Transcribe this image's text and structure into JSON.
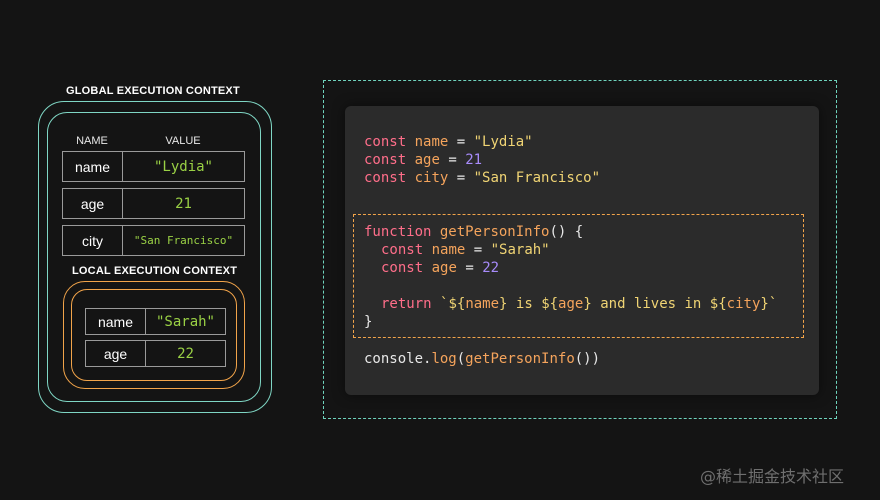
{
  "global": {
    "title": "GLOBAL EXECUTION CONTEXT",
    "col_name": "NAME",
    "col_value": "VALUE",
    "rows": [
      {
        "name": "name",
        "value": "\"Lydia\""
      },
      {
        "name": "age",
        "value": "21"
      },
      {
        "name": "city",
        "value": "\"San Francisco\""
      }
    ]
  },
  "local": {
    "title": "LOCAL EXECUTION CONTEXT",
    "rows": [
      {
        "name": "name",
        "value": "\"Sarah\""
      },
      {
        "name": "age",
        "value": "22"
      }
    ]
  },
  "code": {
    "kw_const": "const",
    "kw_function": "function",
    "kw_return": "return",
    "l1_var": "name",
    "l1_str": "\"Lydia\"",
    "l2_var": "age",
    "l2_num": "21",
    "l3_var": "city",
    "l3_str": "\"San Francisco\"",
    "fn_name": "getPersonInfo",
    "fn_sig_rest": "() {",
    "eq": " = ",
    "f1_var": "name",
    "f1_str": "\"Sarah\"",
    "f2_var": "age",
    "f2_num": "22",
    "tpl_open": "`",
    "tpl_d1": "${",
    "tpl_v1": "name",
    "tpl_c1": "}",
    "tpl_t1": " is ",
    "tpl_d2": "${",
    "tpl_v2": "age",
    "tpl_c2": "}",
    "tpl_t2": " and lives in ",
    "tpl_d3": "${",
    "tpl_v3": "city",
    "tpl_c3": "}",
    "tpl_close": "`",
    "close_brace": "}",
    "console_obj": "console.",
    "console_fn": "log",
    "console_arg_open": "(",
    "console_call": "getPersonInfo",
    "console_arg_close": "())"
  },
  "watermark": "@稀土掘金技术社区",
  "colors": {
    "global_frame": "#7fd6c4",
    "local_frame": "#f2a44a",
    "value_text": "#9ad145",
    "keyword": "#ff6e8a",
    "variable": "#f5a45c",
    "string": "#f0d474",
    "number": "#a78bfa"
  }
}
